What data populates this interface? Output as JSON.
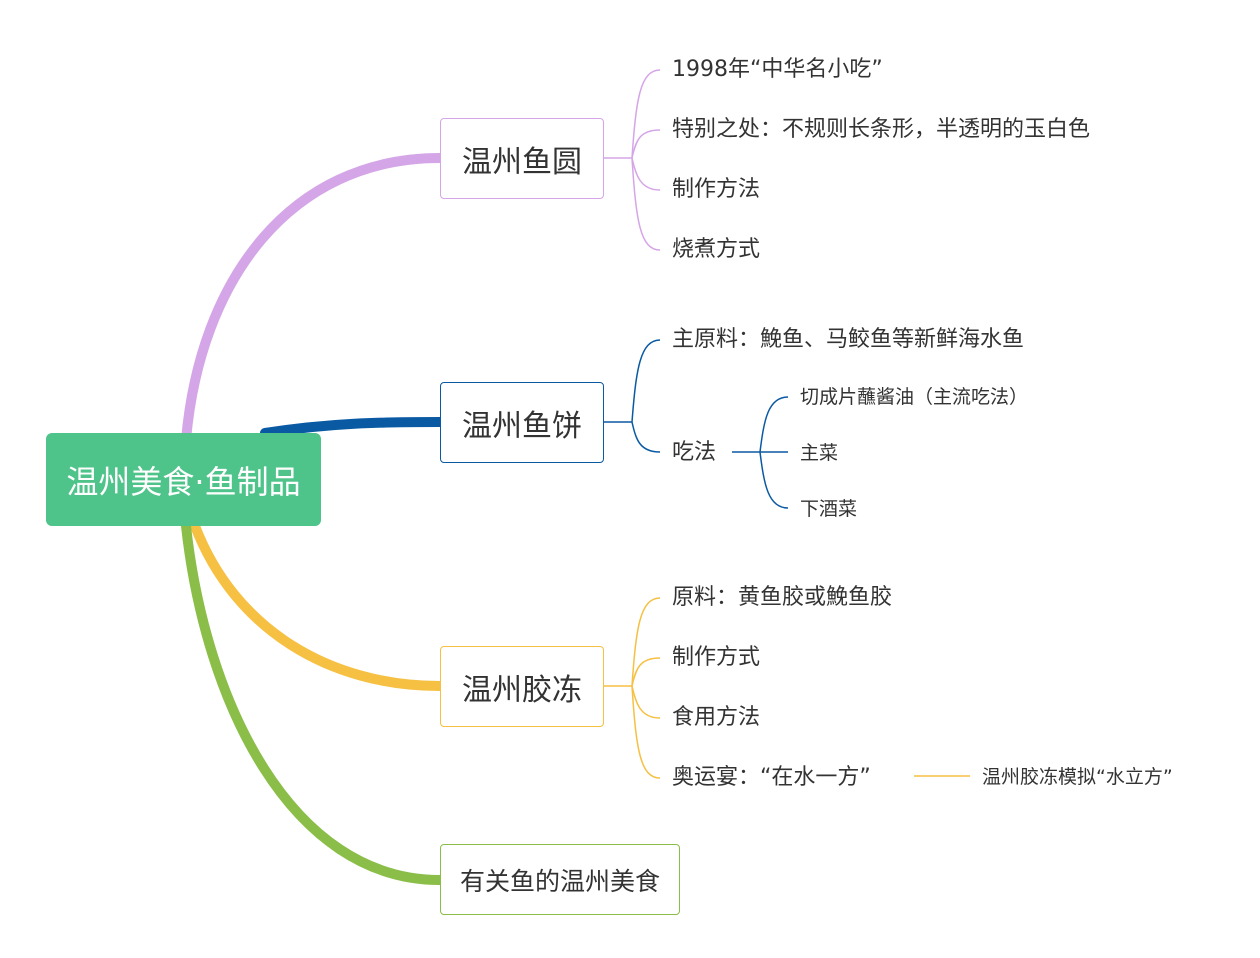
{
  "root": {
    "label": "温州美食·鱼制品",
    "color": "#4ec38a"
  },
  "branches": [
    {
      "label": "温州鱼圆",
      "color": "#d5a6e7",
      "children": [
        "1998年“中华名小吃”",
        "特别之处：不规则长条形，半透明的玉白色",
        "制作方法",
        "烧煮方式"
      ]
    },
    {
      "label": "温州鱼饼",
      "color": "#0a5aa3",
      "children": [
        "主原料：鮸鱼、马鲛鱼等新鲜海水鱼",
        "吃法"
      ],
      "eat": [
        "切成片蘸酱油（主流吃法）",
        "主菜",
        "下酒菜"
      ]
    },
    {
      "label": "温州胶冻",
      "color": "#f6c042",
      "children": [
        "原料：黄鱼胶或鮸鱼胶",
        "制作方式",
        "食用方法",
        "奥运宴：“在水一方”"
      ],
      "olympic_note": "温州胶冻模拟“水立方”"
    },
    {
      "label": "有关鱼的温州美食",
      "color": "#8bbe48"
    }
  ]
}
